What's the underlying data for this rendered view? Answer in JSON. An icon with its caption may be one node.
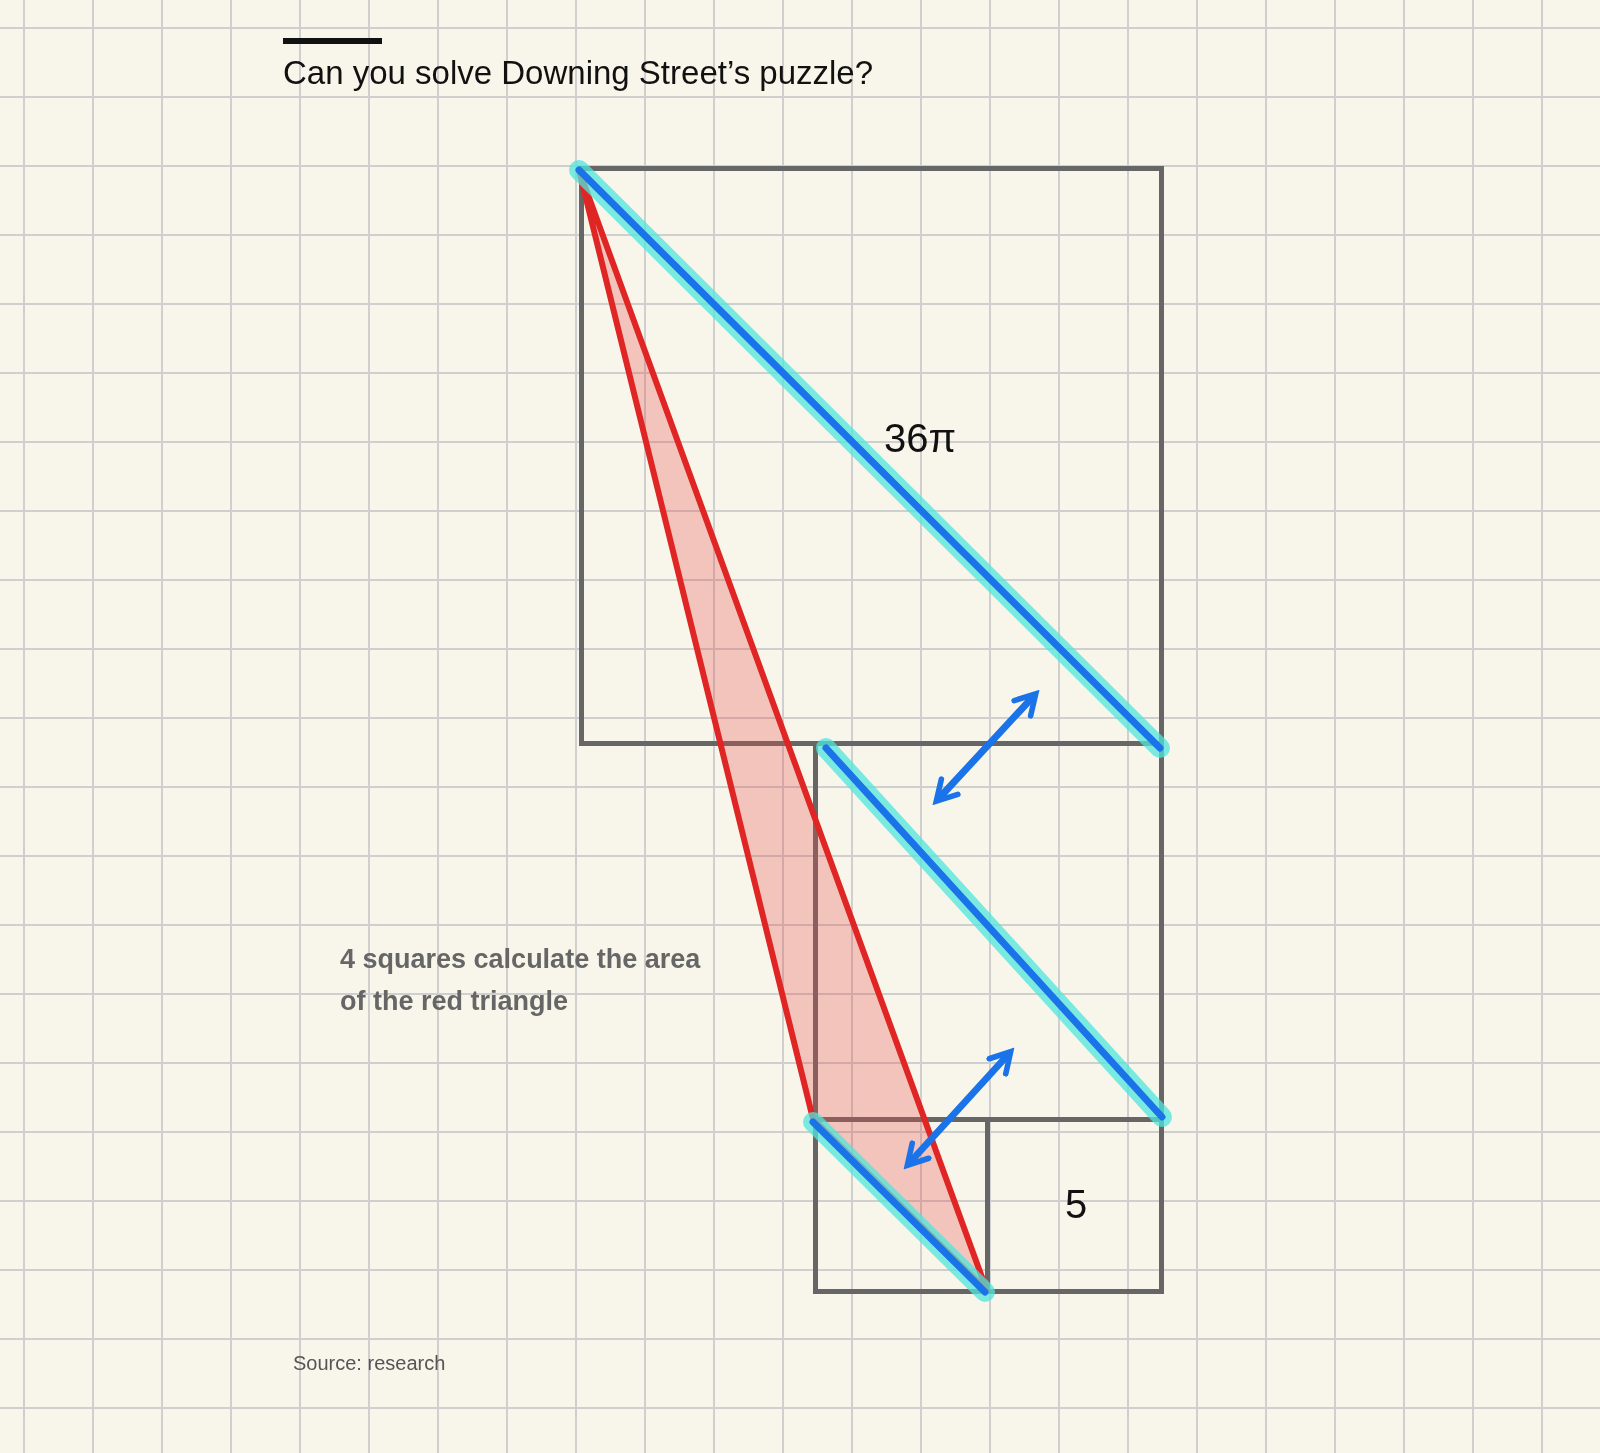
{
  "diagram": {
    "title": "Can you solve Downing Street’s puzzle?",
    "caption": "Source: research",
    "nodes": [
      {
        "text": [
          "36π"
        ]
      },
      {
        "text": [],
        "shape": "box"
      },
      {
        "text": [],
        "shape": "box"
      },
      {
        "text": [
          "5"
        ]
      }
    ],
    "edges": [
      {
        "from": 1,
        "to": 0,
        "arrow": "both"
      },
      {
        "from": 2,
        "to": 1,
        "arrow": "both"
      }
    ],
    "labels": [
      "4 squares calculate the area of the red triangle"
    ]
  }
}
